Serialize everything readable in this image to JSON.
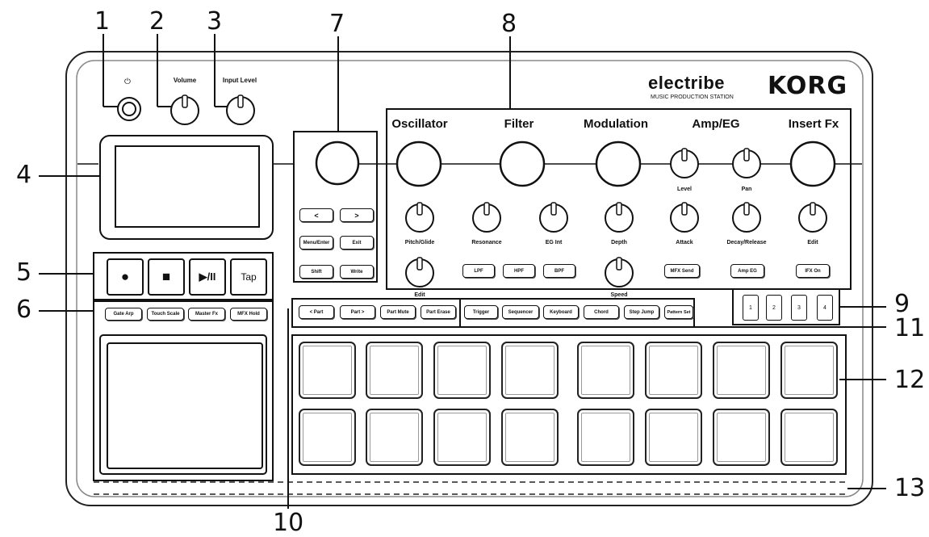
{
  "callouts": [
    "1",
    "2",
    "3",
    "4",
    "5",
    "6",
    "7",
    "8",
    "9",
    "10",
    "11",
    "12",
    "13"
  ],
  "brand": {
    "product": "electribe",
    "subtitle": "MUSIC PRODUCTION STATION",
    "maker": "KORG"
  },
  "top_labels": {
    "power": "⏻",
    "volume": "Volume",
    "input_level": "Input Level"
  },
  "sections": [
    "Oscillator",
    "Filter",
    "Modulation",
    "Amp/EG",
    "Insert Fx"
  ],
  "knob_labels": {
    "level": "Level",
    "pan": "Pan",
    "pitch_glide": "Pitch/Glide",
    "resonance": "Resonance",
    "eg_int": "EG Int",
    "depth": "Depth",
    "attack": "Attack",
    "decay_release": "Decay/Release",
    "edit_fx": "Edit",
    "edit_osc": "Edit",
    "speed": "Speed"
  },
  "nav_buttons": {
    "left": "<",
    "right": ">",
    "menu_enter": "Menu/Enter",
    "exit": "Exit",
    "shift": "Shift",
    "write": "Write"
  },
  "filter_buttons": [
    "LPF",
    "HPF",
    "BPF"
  ],
  "mfx_send": "MFX Send",
  "amp_eg": "Amp EG",
  "ifx_on": "IFX On",
  "transport": {
    "record": "●",
    "stop": "■",
    "play_pause": "▶/II",
    "tap": "Tap"
  },
  "touch_buttons": [
    "Gate Arp",
    "Touch Scale",
    "Master Fx",
    "MFX Hold"
  ],
  "part_buttons": [
    "< Part",
    "Part >",
    "Part Mute",
    "Part Erase"
  ],
  "mode_buttons": [
    "Trigger",
    "Sequencer",
    "Keyboard",
    "Chord",
    "Step Jump",
    "Pattern Set"
  ],
  "part_select": [
    "1",
    "2",
    "3",
    "4"
  ]
}
